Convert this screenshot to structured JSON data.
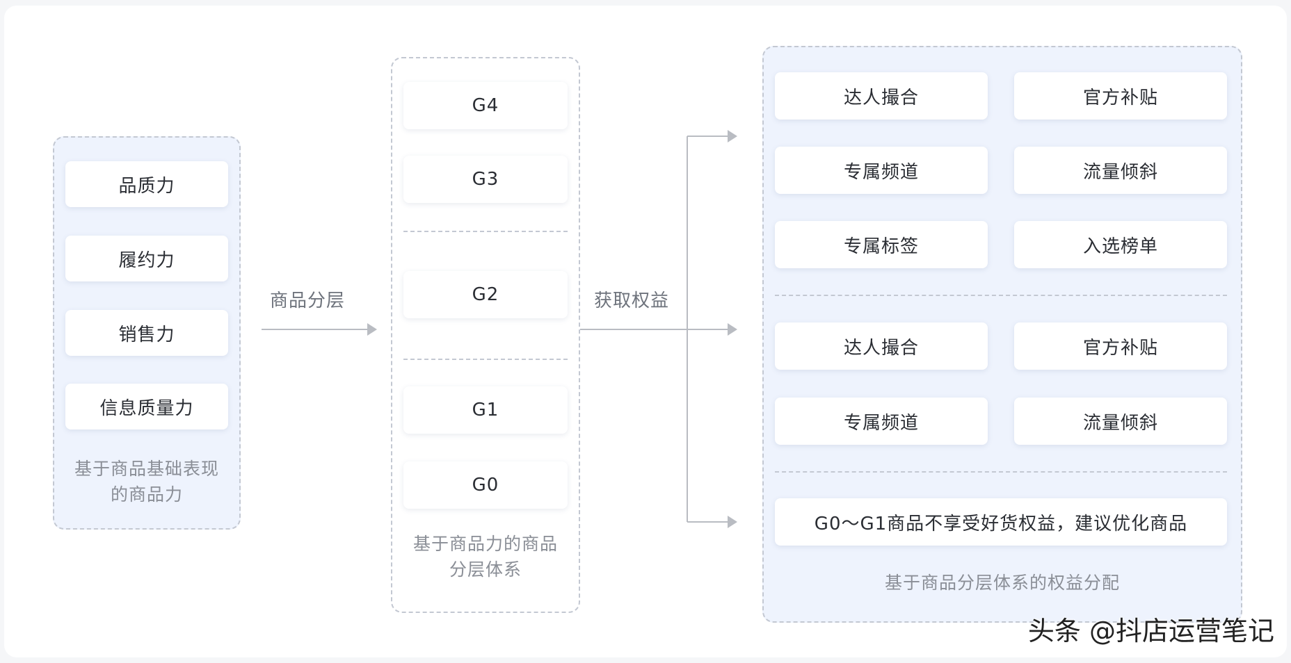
{
  "left_group": {
    "items": [
      "品质力",
      "履约力",
      "销售力",
      "信息质量力"
    ],
    "caption_line1": "基于商品基础表现",
    "caption_line2": "的商品力"
  },
  "arrow1_label": "商品分层",
  "middle_group": {
    "tiers": [
      "G4",
      "G3",
      "G2",
      "G1",
      "G0"
    ],
    "caption_line1": "基于商品力的商品",
    "caption_line2": "分层体系"
  },
  "arrow2_label": "获取权益",
  "right_group": {
    "section1": [
      "达人撮合",
      "官方补贴",
      "专属频道",
      "流量倾斜",
      "专属标签",
      "入选榜单"
    ],
    "section2": [
      "达人撮合",
      "官方补贴",
      "专属频道",
      "流量倾斜"
    ],
    "section3": "G0～G1商品不享受好货权益，建议优化商品",
    "caption": "基于商品分层体系的权益分配"
  },
  "watermark": "头条 @抖店运营笔记",
  "colors": {
    "group_fill": "#eef3fd",
    "dashed_border": "#c3c8d2",
    "connector": "#b9bcc2",
    "caption_text": "#8a8e96"
  }
}
